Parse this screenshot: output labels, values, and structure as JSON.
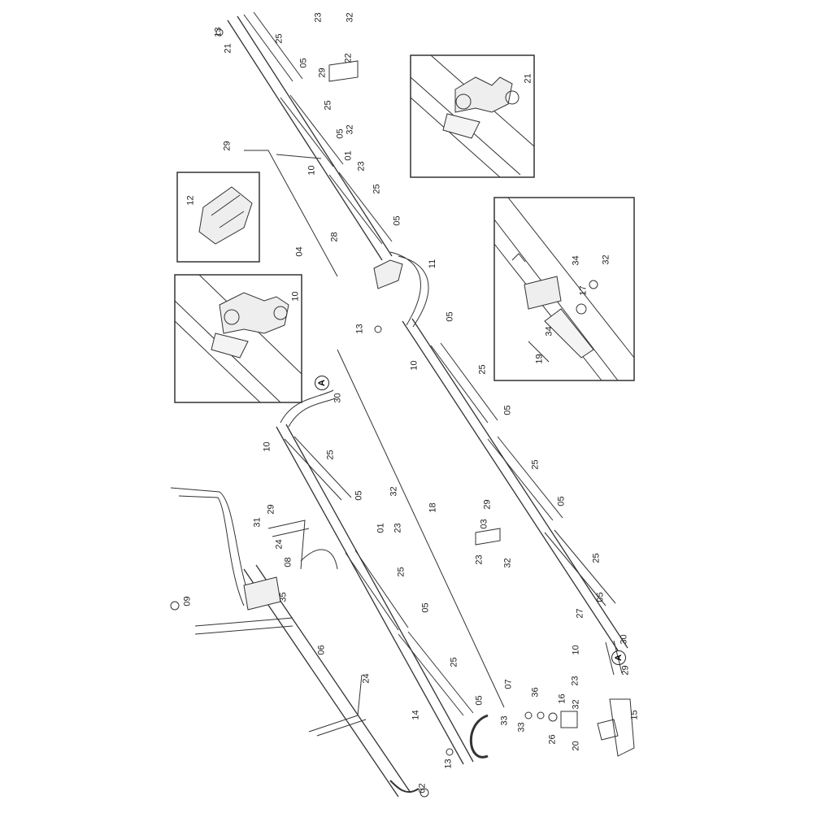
{
  "diagram": {
    "type": "exploded-parts-diagram",
    "callouts": [
      "13",
      "21",
      "25",
      "23",
      "32",
      "22",
      "29",
      "05",
      "25",
      "05",
      "32",
      "29",
      "01",
      "23",
      "10",
      "25",
      "05",
      "28",
      "12",
      "04",
      "11",
      "10",
      "05",
      "13",
      "10",
      "25",
      "21",
      "34",
      "32",
      "17",
      "34",
      "19",
      "30",
      "05",
      "10",
      "25",
      "25",
      "05",
      "32",
      "05",
      "29",
      "18",
      "29",
      "01",
      "23",
      "03",
      "31",
      "24",
      "08",
      "23",
      "32",
      "25",
      "35",
      "25",
      "09",
      "05",
      "05",
      "27",
      "06",
      "10",
      "30",
      "29",
      "25",
      "24",
      "23",
      "07",
      "36",
      "16",
      "32",
      "05",
      "14",
      "33",
      "33",
      "26",
      "15",
      "20",
      "13",
      "02"
    ],
    "connector_labels": [
      "A",
      "A"
    ],
    "detail_views": [
      "detail-21",
      "detail-12",
      "detail-10",
      "detail-17"
    ]
  }
}
